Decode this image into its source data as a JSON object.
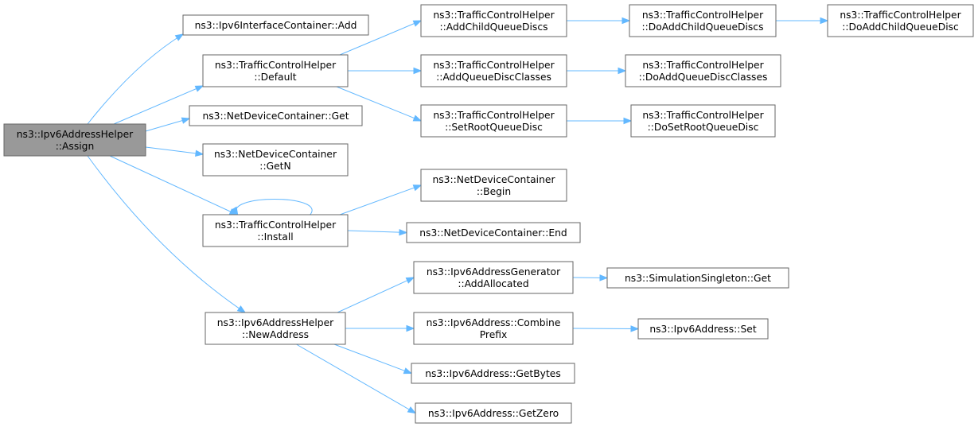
{
  "nodes": [
    {
      "id": "assign",
      "lines": [
        "ns3::Ipv6AddressHelper",
        "::Assign"
      ],
      "root": true
    },
    {
      "id": "ipv6if_add",
      "lines": [
        "ns3::Ipv6InterfaceContainer::Add"
      ]
    },
    {
      "id": "tch_default",
      "lines": [
        "ns3::TrafficControlHelper",
        "::Default"
      ]
    },
    {
      "id": "ndc_get",
      "lines": [
        "ns3::NetDeviceContainer::Get"
      ]
    },
    {
      "id": "ndc_getn",
      "lines": [
        "ns3::NetDeviceContainer",
        "::GetN"
      ]
    },
    {
      "id": "tch_install",
      "lines": [
        "ns3::TrafficControlHelper",
        "::Install"
      ]
    },
    {
      "id": "newaddress",
      "lines": [
        "ns3::Ipv6AddressHelper",
        "::NewAddress"
      ]
    },
    {
      "id": "tch_addchild",
      "lines": [
        "ns3::TrafficControlHelper",
        "::AddChildQueueDiscs"
      ]
    },
    {
      "id": "tch_addclasses",
      "lines": [
        "ns3::TrafficControlHelper",
        "::AddQueueDiscClasses"
      ]
    },
    {
      "id": "tch_setroot",
      "lines": [
        "ns3::TrafficControlHelper",
        "::SetRootQueueDisc"
      ]
    },
    {
      "id": "tch_doaddchilds",
      "lines": [
        "ns3::TrafficControlHelper",
        "::DoAddChildQueueDiscs"
      ]
    },
    {
      "id": "tch_doaddclasses",
      "lines": [
        "ns3::TrafficControlHelper",
        "::DoAddQueueDiscClasses"
      ]
    },
    {
      "id": "tch_dosetroot",
      "lines": [
        "ns3::TrafficControlHelper",
        "::DoSetRootQueueDisc"
      ]
    },
    {
      "id": "tch_doaddchild",
      "lines": [
        "ns3::TrafficControlHelper",
        "::DoAddChildQueueDisc"
      ]
    },
    {
      "id": "ndc_begin",
      "lines": [
        "ns3::NetDeviceContainer",
        "::Begin"
      ]
    },
    {
      "id": "ndc_end",
      "lines": [
        "ns3::NetDeviceContainer::End"
      ]
    },
    {
      "id": "gen_addalloc",
      "lines": [
        "ns3::Ipv6AddressGenerator",
        "::AddAllocated"
      ]
    },
    {
      "id": "ipv6_combine",
      "lines": [
        "ns3::Ipv6Address::Combine",
        "Prefix"
      ]
    },
    {
      "id": "ipv6_getbytes",
      "lines": [
        "ns3::Ipv6Address::GetBytes"
      ]
    },
    {
      "id": "ipv6_getzero",
      "lines": [
        "ns3::Ipv6Address::GetZero"
      ]
    },
    {
      "id": "simsingleton_get",
      "lines": [
        "ns3::SimulationSingleton::Get"
      ]
    },
    {
      "id": "ipv6_set",
      "lines": [
        "ns3::Ipv6Address::Set"
      ]
    }
  ],
  "edges": [
    {
      "from": "assign",
      "to": "ipv6if_add"
    },
    {
      "from": "assign",
      "to": "tch_default"
    },
    {
      "from": "assign",
      "to": "ndc_get"
    },
    {
      "from": "assign",
      "to": "ndc_getn"
    },
    {
      "from": "assign",
      "to": "tch_install"
    },
    {
      "from": "assign",
      "to": "newaddress"
    },
    {
      "from": "tch_default",
      "to": "tch_addchild"
    },
    {
      "from": "tch_default",
      "to": "tch_addclasses"
    },
    {
      "from": "tch_default",
      "to": "tch_setroot"
    },
    {
      "from": "tch_addchild",
      "to": "tch_doaddchilds"
    },
    {
      "from": "tch_addclasses",
      "to": "tch_doaddclasses"
    },
    {
      "from": "tch_setroot",
      "to": "tch_dosetroot"
    },
    {
      "from": "tch_doaddchilds",
      "to": "tch_doaddchild"
    },
    {
      "from": "tch_install",
      "to": "tch_install"
    },
    {
      "from": "tch_install",
      "to": "ndc_begin"
    },
    {
      "from": "tch_install",
      "to": "ndc_end"
    },
    {
      "from": "newaddress",
      "to": "gen_addalloc"
    },
    {
      "from": "newaddress",
      "to": "ipv6_combine"
    },
    {
      "from": "newaddress",
      "to": "ipv6_getbytes"
    },
    {
      "from": "newaddress",
      "to": "ipv6_getzero"
    },
    {
      "from": "gen_addalloc",
      "to": "simsingleton_get"
    },
    {
      "from": "ipv6_combine",
      "to": "ipv6_set"
    }
  ],
  "colors": {
    "edge": "#63b8ff",
    "node_border": "#666666",
    "root_fill": "#999999",
    "node_fill": "#ffffff"
  }
}
